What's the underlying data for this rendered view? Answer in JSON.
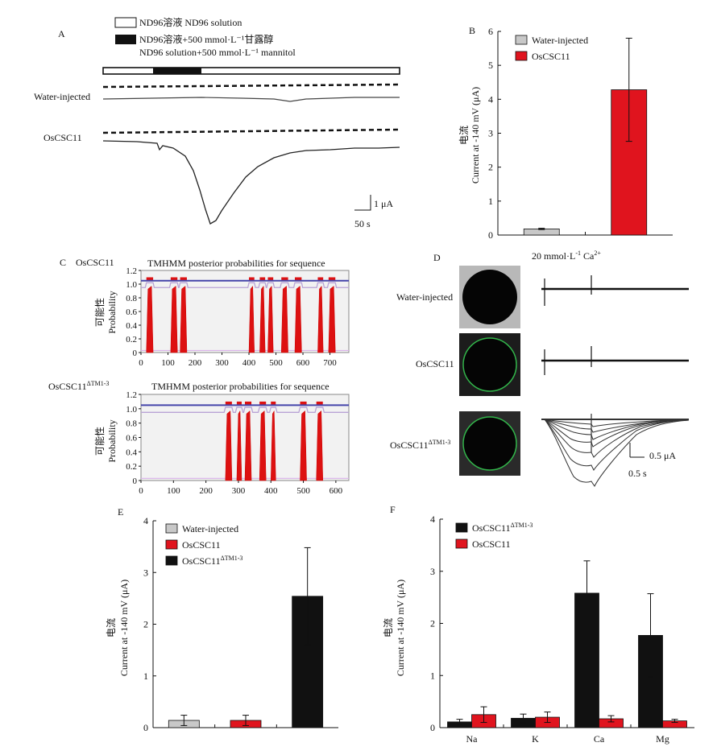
{
  "panel_letters": {
    "a": "A",
    "b": "B",
    "c": "C",
    "d": "D",
    "e": "E",
    "f": "F"
  },
  "legend_a": {
    "nd96": "ND96溶液 ND96 solution",
    "mannitol_zh": "ND96溶液+500 mmol·L⁻¹甘露醇",
    "mannitol_en": "ND96 solution+500 mmol·L⁻¹ mannitol"
  },
  "labels_a": {
    "water": "Water-injected",
    "oscsc11": "OsCSC11",
    "scale_current": "1 μA",
    "scale_time": "50 s"
  },
  "ylabel_zh": "电流",
  "ylabel_en": "Current at -140 mV (μA)",
  "labels_c": {
    "title": "TMHMM posterior probabilities for sequence",
    "ylabel_zh": "可能性",
    "ylabel_en": "Probability",
    "seq1": "OsCSC11",
    "seq2_base": "OsCSC11",
    "seq2_sup": "ΔTM1-3"
  },
  "labels_d": {
    "title_base": "20 mmol·L",
    "title_sup1": "-1",
    "title_ion": " Ca",
    "title_sup2": "2+",
    "row1": "Water-injected",
    "row2": "OsCSC11",
    "row3_base": "OsCSC11",
    "row3_sup": "ΔTM1-3",
    "scale_current": "0.5 μA",
    "scale_time": "0.5 s"
  },
  "colors": {
    "gray": "#c8c8c8",
    "red": "#e0141e",
    "black": "#111111",
    "tm_red": "#dd1111",
    "blue": "#4444aa",
    "lilac": "#b9a3d6",
    "green": "#32b44a"
  },
  "chart_data": [
    {
      "id": "B",
      "type": "bar",
      "categories": [
        "Water-injected",
        "OsCSC11"
      ],
      "series": [
        {
          "name": "Water-injected",
          "values": [
            0.18,
            null
          ],
          "errors": [
            0.02,
            null
          ],
          "color": "#c8c8c8"
        },
        {
          "name": "OsCSC11",
          "values": [
            null,
            4.28
          ],
          "errors": [
            null,
            1.52
          ],
          "color": "#e0141e"
        }
      ],
      "ylabel": "电流 Current at -140 mV (μA)",
      "ylim": [
        0,
        6
      ],
      "yticks": [
        0,
        1,
        2,
        3,
        4,
        5,
        6
      ],
      "legend": "top-left"
    },
    {
      "id": "C1",
      "type": "area",
      "title": "TMHMM posterior probabilities for sequence",
      "xlim": [
        0,
        770
      ],
      "xticks": [
        0,
        100,
        200,
        300,
        400,
        500,
        600,
        700
      ],
      "ylim": [
        0,
        1.2
      ],
      "yticks": [
        0,
        0.2,
        0.4,
        0.6,
        0.8,
        1.0,
        1.2
      ],
      "tm_segments": [
        [
          20,
          45
        ],
        [
          110,
          135
        ],
        [
          145,
          170
        ],
        [
          400,
          420
        ],
        [
          440,
          460
        ],
        [
          470,
          490
        ],
        [
          520,
          545
        ],
        [
          570,
          595
        ],
        [
          655,
          675
        ],
        [
          695,
          720
        ]
      ]
    },
    {
      "id": "C2",
      "type": "area",
      "title": "TMHMM posterior probabilities for sequence",
      "xlim": [
        0,
        640
      ],
      "xticks": [
        0,
        100,
        200,
        300,
        400,
        500,
        600
      ],
      "ylim": [
        0,
        1.2
      ],
      "yticks": [
        0,
        0.2,
        0.4,
        0.6,
        0.8,
        1.0,
        1.2
      ],
      "tm_segments": [
        [
          260,
          280
        ],
        [
          295,
          310
        ],
        [
          320,
          340
        ],
        [
          365,
          385
        ],
        [
          400,
          415
        ],
        [
          490,
          510
        ],
        [
          540,
          560
        ]
      ]
    },
    {
      "id": "E",
      "type": "bar",
      "categories": [
        "Water-injected",
        "OsCSC11",
        "OsCSC11ΔTM1-3"
      ],
      "series": [
        {
          "name": "Water-injected",
          "values": [
            0.14,
            null,
            null
          ],
          "errors": [
            0.1,
            null,
            null
          ],
          "color": "#c8c8c8"
        },
        {
          "name": "OsCSC11",
          "values": [
            null,
            0.14,
            null
          ],
          "errors": [
            null,
            0.1,
            null
          ],
          "color": "#e0141e"
        },
        {
          "name": "OsCSC11ΔTM1-3",
          "values": [
            null,
            null,
            2.54
          ],
          "errors": [
            null,
            null,
            0.94
          ],
          "color": "#111111"
        }
      ],
      "ylabel": "电流 Current at -140 mV (μA)",
      "ylim": [
        0,
        4
      ],
      "yticks": [
        0,
        1,
        2,
        3,
        4
      ],
      "legend": "top-left"
    },
    {
      "id": "F",
      "type": "bar",
      "categories": [
        "Na",
        "K",
        "Ca",
        "Mg"
      ],
      "series": [
        {
          "name": "OsCSC11ΔTM1-3",
          "values": [
            0.11,
            0.18,
            2.58,
            1.77
          ],
          "errors": [
            0.05,
            0.08,
            0.62,
            0.8
          ],
          "color": "#111111"
        },
        {
          "name": "OsCSC11",
          "values": [
            0.25,
            0.2,
            0.17,
            0.13
          ],
          "errors": [
            0.15,
            0.1,
            0.06,
            0.03
          ],
          "color": "#e0141e"
        }
      ],
      "ylabel": "电流 Current at -140 mV (μA)",
      "ylim": [
        0,
        4
      ],
      "yticks": [
        0,
        1,
        2,
        3,
        4
      ],
      "legend": "top-left"
    }
  ]
}
